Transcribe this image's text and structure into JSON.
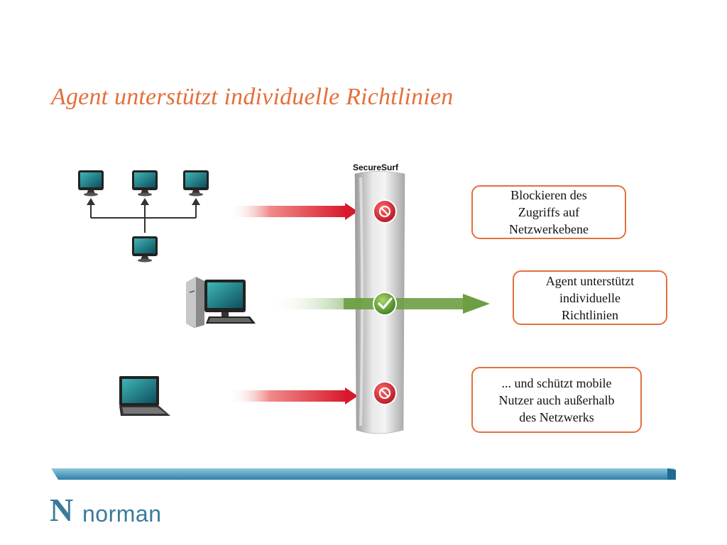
{
  "slide": {
    "title": "Agent unterstützt individuelle Richtlinien"
  },
  "gateway": {
    "label": "SecureSurf"
  },
  "callouts": {
    "network_block": [
      "Blockieren des",
      "Zugriffs auf",
      "Netzwerkebene"
    ],
    "agent_policy": [
      "Agent unterstützt",
      "individuelle",
      "Richtlinien"
    ],
    "mobile_protect": [
      "... und schützt mobile",
      "Nutzer auch außerhalb",
      "des Netzwerks"
    ]
  },
  "icons": {
    "network": "network-computers-icon",
    "desktop": "desktop-pc-icon",
    "laptop": "laptop-icon",
    "block": "block-icon",
    "check": "check-icon"
  },
  "colors": {
    "accent": "#e3703c",
    "blocked_arrow": "#d8192b",
    "allowed_arrow": "#6d9e43",
    "brand": "#3b7a9c",
    "footer_bar": "#4a96b8"
  },
  "logo": {
    "mark": "N",
    "word": "norman"
  }
}
